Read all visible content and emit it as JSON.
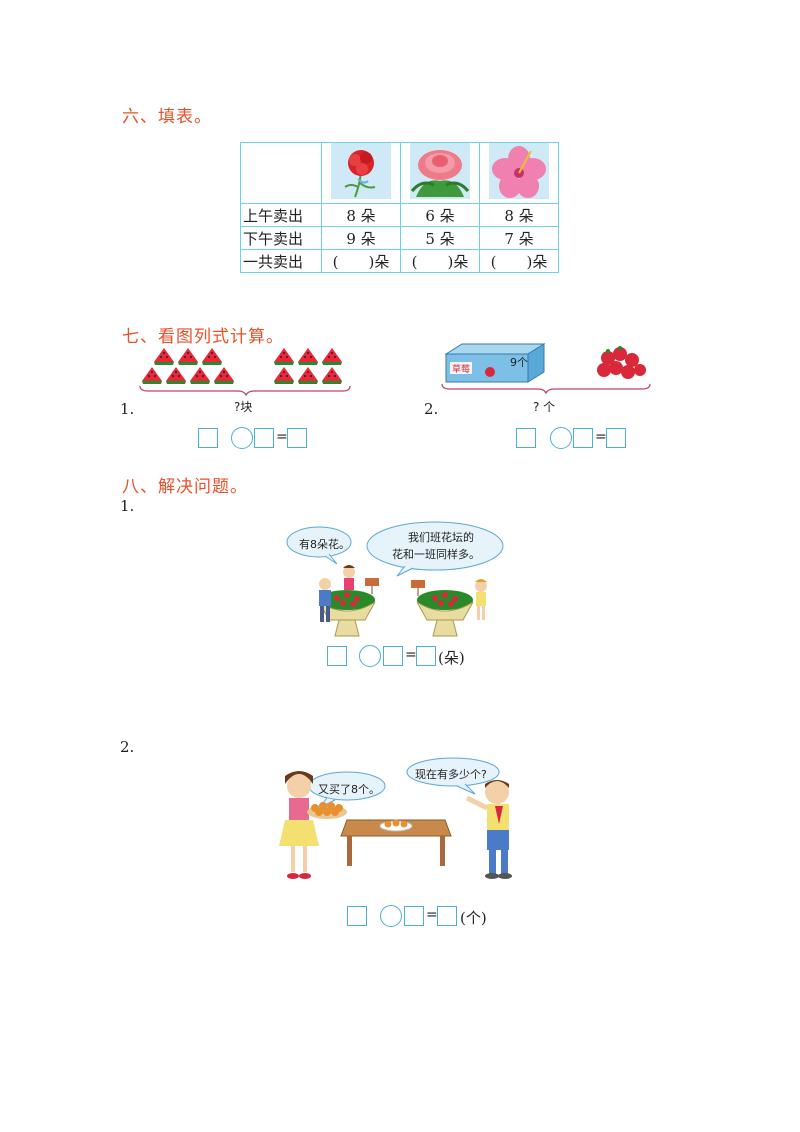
{
  "section6": {
    "title": "六、填表。",
    "table": {
      "rows": [
        {
          "label": "上午卖出",
          "cells": [
            "8 朵",
            "6 朵",
            "8 朵"
          ]
        },
        {
          "label": "下午卖出",
          "cells": [
            "9 朵",
            "5 朵",
            "7 朵"
          ]
        },
        {
          "label": "一共卖出",
          "cells": [
            "(　　)朵",
            "(　　)朵",
            "(　　)朵"
          ]
        }
      ]
    }
  },
  "section7": {
    "title": "七、看图列式计算。",
    "p1": {
      "number": "1.",
      "brace_label": "?块"
    },
    "p2": {
      "number": "2.",
      "brace_label": "? 个",
      "box_label": "9个",
      "box_brand": "草莓"
    }
  },
  "section8": {
    "title": "八、解决问题。",
    "p1": {
      "number": "1.",
      "bubble_left": "有8朵花。",
      "bubble_right_line1": "我们班花坛的",
      "bubble_right_line2": "花和一班同样多。",
      "unit": "(朵)"
    },
    "p2": {
      "number": "2.",
      "bubble_left": "又买了8个。",
      "bubble_right": "现在有多少个?",
      "unit": "(个)"
    }
  },
  "equals": "=",
  "colors": {
    "heading": "#e8502a",
    "box_border": "#4ab0da",
    "table_border": "#6fd0ea"
  }
}
